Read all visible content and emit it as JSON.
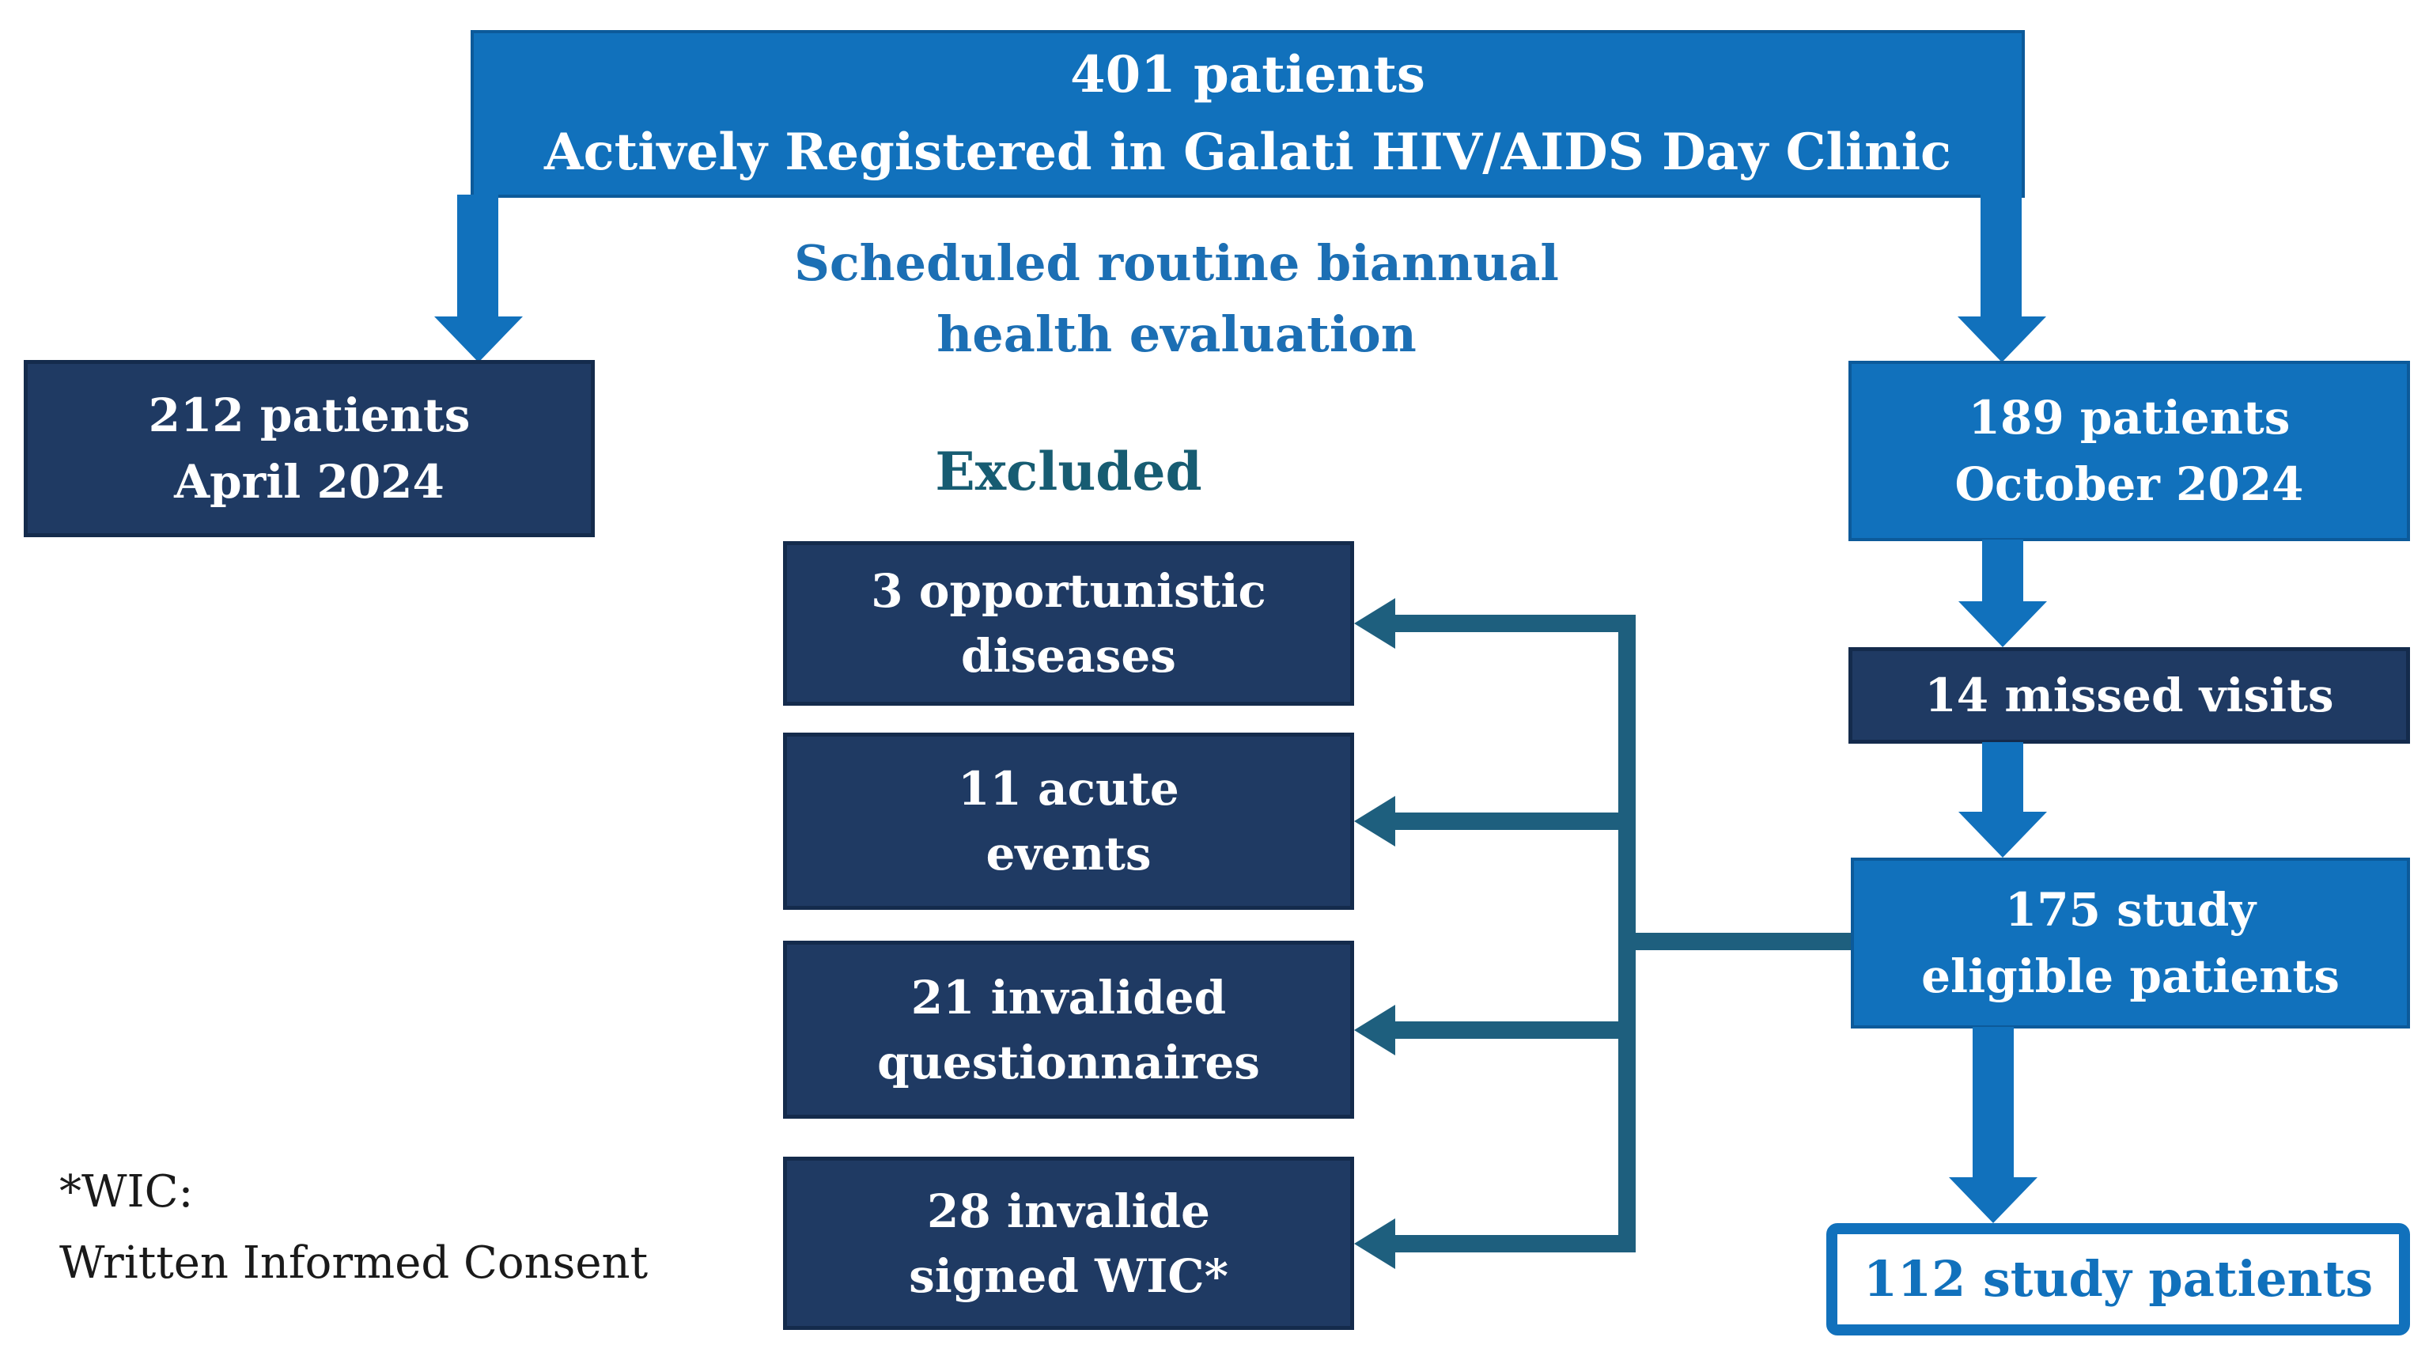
{
  "diagram": {
    "top_box": {
      "line1": "401 patients",
      "line2": "Actively Registered in Galati HIV/AIDS Day Clinic"
    },
    "subtitle": {
      "line1": "Scheduled routine biannual",
      "line2": "health evaluation"
    },
    "april_box": {
      "line1": "212 patients",
      "line2": "April 2024"
    },
    "october_box": {
      "line1": "189 patients",
      "line2": "October 2024"
    },
    "missed_box": {
      "label": "14 missed visits"
    },
    "eligible_box": {
      "line1": "175 study",
      "line2": "eligible patients"
    },
    "study_box": {
      "label": "112 study patients"
    },
    "excluded": {
      "heading": "Excluded",
      "items": [
        {
          "line1": "3 opportunistic",
          "line2": "diseases"
        },
        {
          "line1": "11 acute",
          "line2": "events"
        },
        {
          "line1": "21 invalided",
          "line2": "questionnaires"
        },
        {
          "line1": "28 invalide",
          "line2": "signed WIC*"
        }
      ]
    },
    "footnote": {
      "line1": "*WIC:",
      "line2": "Written Informed Consent"
    },
    "colors": {
      "bright_blue": "#1171BC",
      "blue_border": "#0C5A9A",
      "navy": "#1F3A63",
      "navy_border": "#142B4C",
      "teal": "#1E5F7E",
      "heading_teal": "#175C72",
      "subtitle_blue": "#1C6FB4",
      "box_text": "#FFFFFF",
      "footnote_black": "#1A1A1A",
      "background": "#FFFFFF"
    }
  }
}
